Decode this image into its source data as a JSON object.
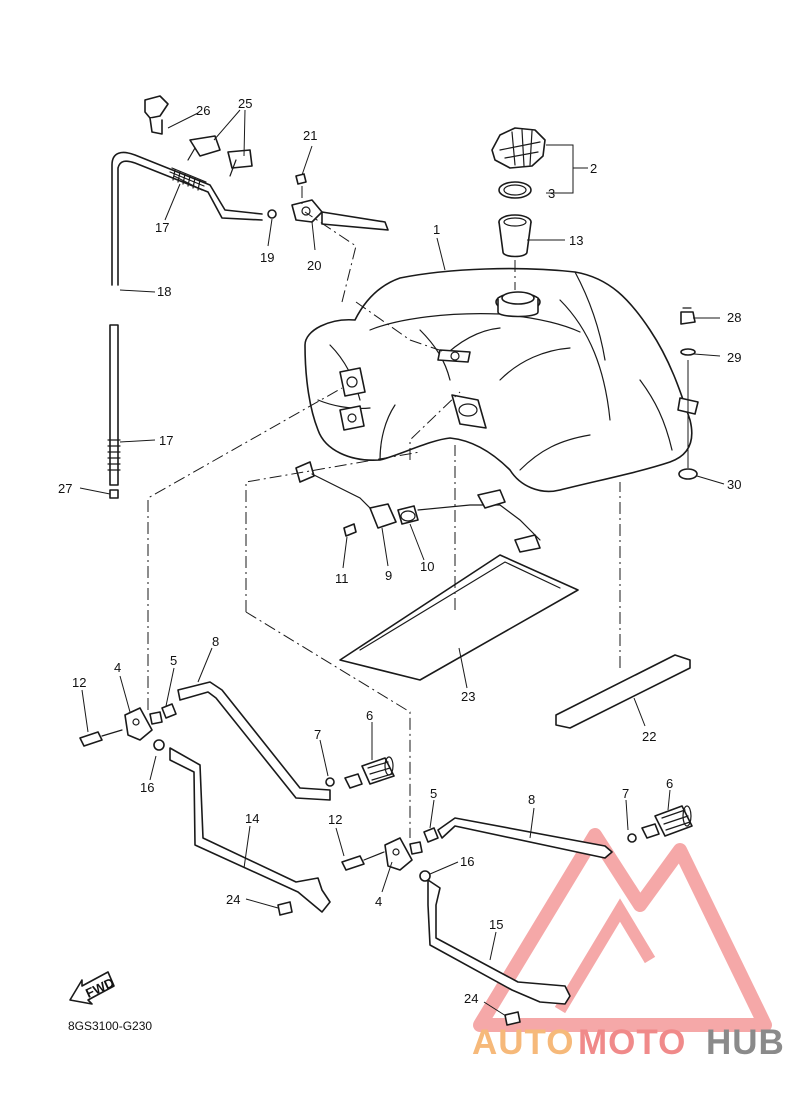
{
  "diagram_code": "8GS3100-G230",
  "fwd_label": "FWD",
  "watermark": {
    "text_a": "AUTO",
    "text_b": "MOTO",
    "text_c": "HUB",
    "color_a": "#f6b97a",
    "color_b": "#f08a8a",
    "color_c": "#8a8a8a",
    "logo_color": "#f28b8b"
  },
  "callouts": {
    "c1": "1",
    "c2": "2",
    "c3": "3",
    "c4a": "4",
    "c4b": "4",
    "c5a": "5",
    "c5b": "5",
    "c6a": "6",
    "c6b": "6",
    "c7a": "7",
    "c7b": "7",
    "c8a": "8",
    "c8b": "8",
    "c9": "9",
    "c10": "10",
    "c11": "11",
    "c12a": "12",
    "c12b": "12",
    "c13": "13",
    "c14": "14",
    "c15": "15",
    "c16a": "16",
    "c16b": "16",
    "c17a": "17",
    "c17b": "17",
    "c18": "18",
    "c19": "19",
    "c20": "20",
    "c21": "21",
    "c22": "22",
    "c23": "23",
    "c24a": "24",
    "c24b": "24",
    "c25": "25",
    "c26": "26",
    "c27": "27",
    "c28": "28",
    "c29": "29",
    "c30": "30"
  }
}
